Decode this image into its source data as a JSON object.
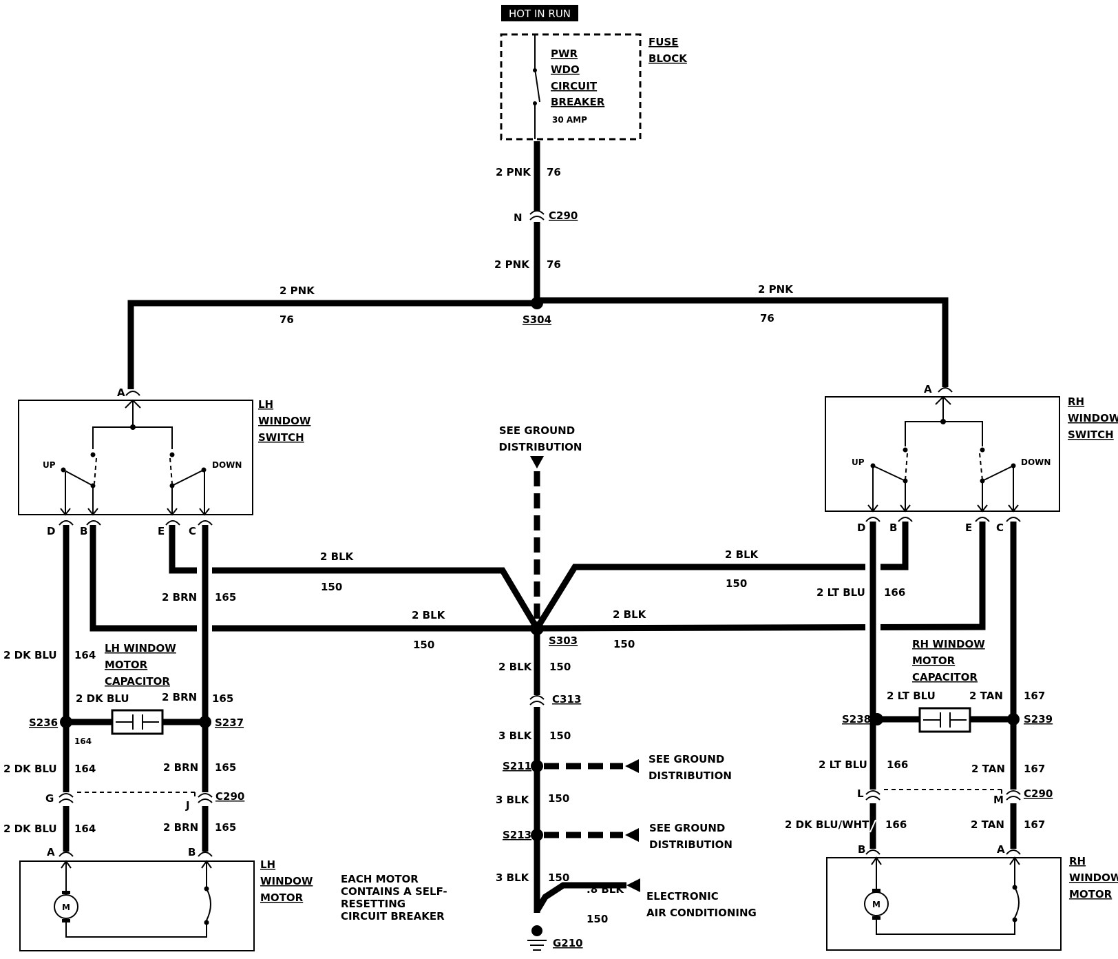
{
  "hot_in_run": "HOT IN RUN",
  "fuse_block": {
    "label1": "FUSE",
    "label2": "BLOCK",
    "breaker": [
      "PWR",
      "WDO",
      "CIRCUIT",
      "BREAKER"
    ],
    "rating": "30 AMP"
  },
  "wires": {
    "pnk": "2 PNK",
    "c76": "76",
    "blk2": "2 BLK",
    "blk3": "3 BLK",
    "blk08": ".8 BLK",
    "c150": "150",
    "brn": "2 BRN",
    "c165": "165",
    "dkblu": "2 DK BLU",
    "c164": "164",
    "ltblu": "2 LT BLU",
    "c166": "166",
    "tan": "2 TAN",
    "c167": "167",
    "dkbluwht": "2 DK BLU/WHT"
  },
  "connectors": {
    "c290": "C290",
    "c313": "C313",
    "n": "N",
    "a": "A",
    "b": "B",
    "c": "C",
    "d": "D",
    "e": "E",
    "g": "G",
    "j": "J",
    "l": "L",
    "m": "M"
  },
  "splices": {
    "s304": "S304",
    "s303": "S303",
    "s211": "S211",
    "s213": "S213",
    "s236": "S236",
    "s237": "S237",
    "s238": "S238",
    "s239": "S239"
  },
  "ground": {
    "g210": "G210",
    "see1": "SEE GROUND",
    "see2": "DISTRIBUTION"
  },
  "lh_switch": [
    "LH",
    "WINDOW",
    "SWITCH"
  ],
  "rh_switch": [
    "RH",
    "WINDOW",
    "SWITCH"
  ],
  "up": "UP",
  "down": "DOWN",
  "lh_cap": [
    "LH WINDOW",
    "MOTOR",
    "CAPACITOR"
  ],
  "rh_cap": [
    "RH WINDOW",
    "MOTOR",
    "CAPACITOR"
  ],
  "lh_motor": [
    "LH",
    "WINDOW",
    "MOTOR"
  ],
  "rh_motor": [
    "RH",
    "WINDOW",
    "MOTOR"
  ],
  "motor_symbol": "M",
  "note": [
    "EACH MOTOR",
    "CONTAINS A SELF-",
    "RESETTING",
    "CIRCUIT BREAKER"
  ],
  "eac": [
    "ELECTRONIC",
    "AIR CONDITIONING"
  ]
}
